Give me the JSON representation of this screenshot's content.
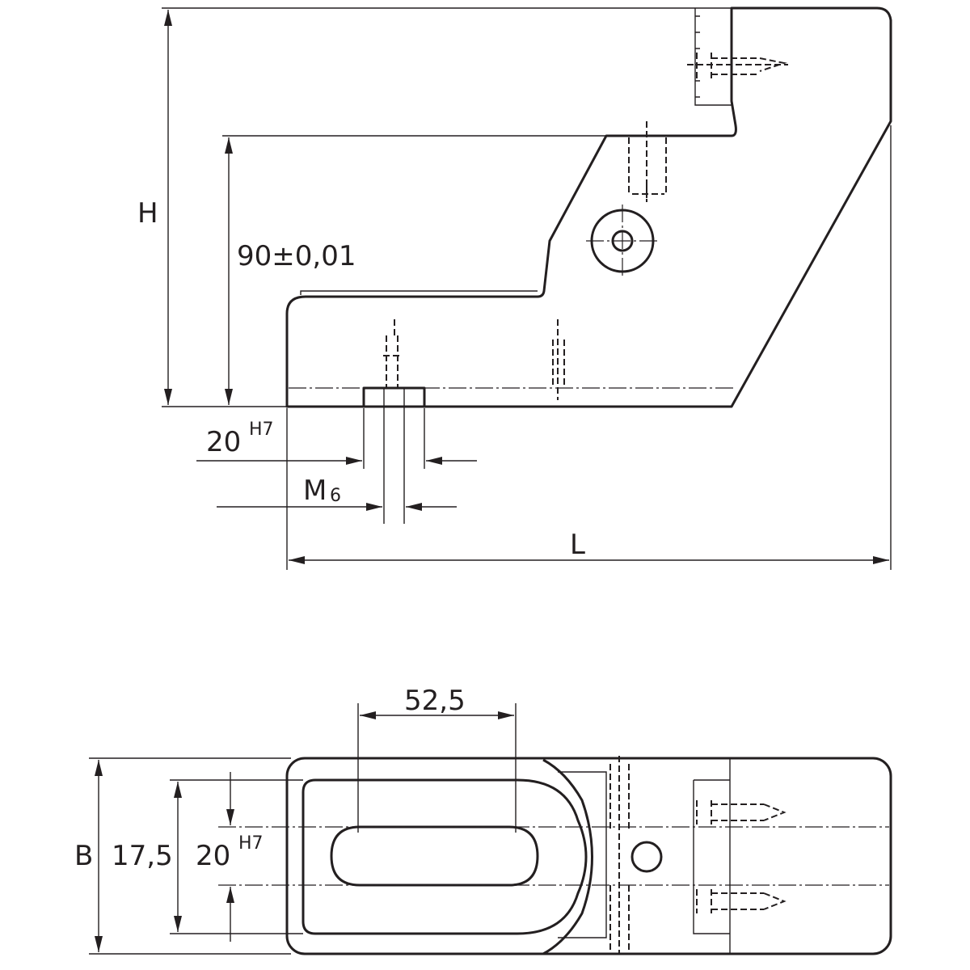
{
  "side_view": {
    "dim_height": "H",
    "dim_height_90": "90±0,01",
    "dim_bore": "20",
    "dim_bore_tolerance": "H7",
    "dim_thread": "M",
    "dim_thread_size": "6",
    "dim_length": "L"
  },
  "top_view": {
    "dim_slot_spacing": "52,5",
    "dim_width": "B",
    "dim_17_5": "17,5",
    "dim_bore": "20",
    "dim_bore_tolerance": "H7"
  }
}
